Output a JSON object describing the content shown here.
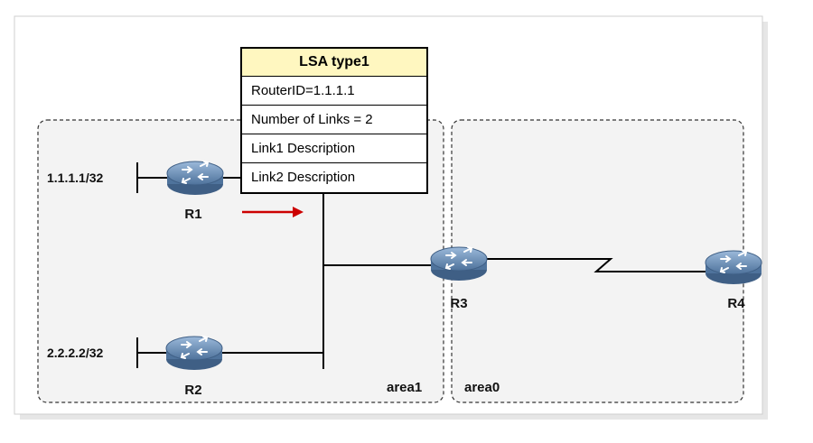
{
  "lsa": {
    "title": "LSA  type1",
    "rows": [
      "RouterID=1.1.1.1",
      "Number of Links = 2",
      "Link1 Description",
      "Link2 Description"
    ]
  },
  "routers": {
    "r1": "R1",
    "r2": "R2",
    "r3": "R3",
    "r4": "R4"
  },
  "networks": {
    "n1": "1.1.1.1/32",
    "n2": "2.2.2.2/32"
  },
  "areas": {
    "area1": "area1",
    "area0": "area0"
  },
  "colors": {
    "router_body": "#5b7fa6",
    "router_top": "#8fb0d3",
    "lsa_header": "#fff7c0",
    "arrow": "#cc0000",
    "area_bg": "#f3f3f3"
  },
  "icons": [
    "router-icon"
  ]
}
